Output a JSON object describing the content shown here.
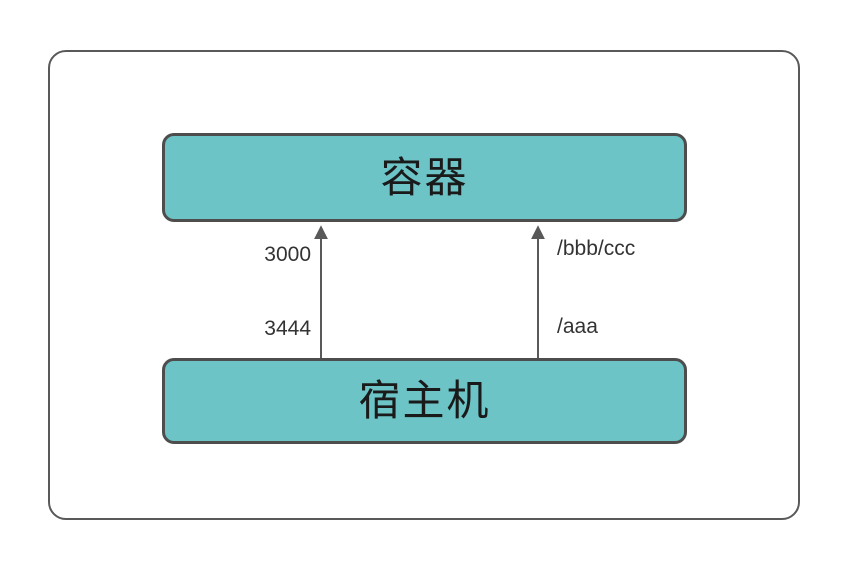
{
  "diagram": {
    "nodes": [
      {
        "id": "container",
        "label": "容器"
      },
      {
        "id": "host",
        "label": "宿主机"
      }
    ],
    "edges": [
      {
        "id": "port-mapping",
        "from": "host",
        "to": "container",
        "host_end_label": "3444",
        "container_end_label": "3000"
      },
      {
        "id": "path-mapping",
        "from": "host",
        "to": "container",
        "host_end_label": "/aaa",
        "container_end_label": "/bbb/ccc"
      }
    ],
    "colors": {
      "node_fill": "#6cc4c6",
      "node_border": "#4d4d4d",
      "frame_border": "#595959",
      "arrow": "#595959",
      "node_text": "#1a1a1a",
      "label_text": "#333333"
    }
  }
}
